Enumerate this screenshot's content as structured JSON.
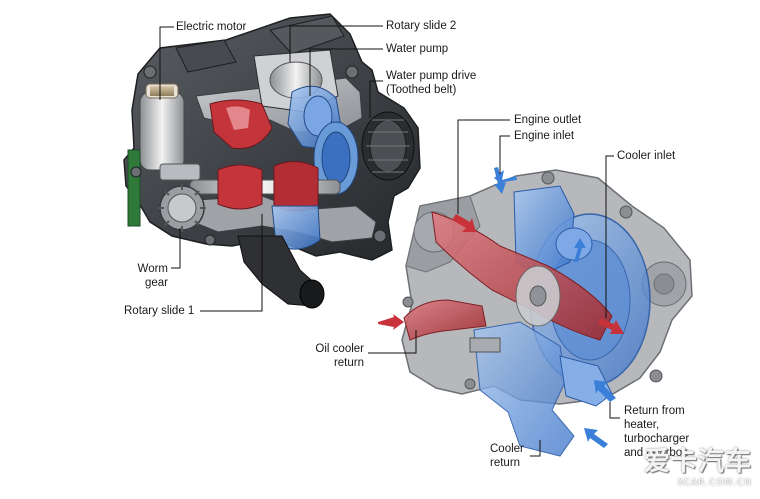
{
  "labels": {
    "electric_motor": "Electric motor",
    "rotary_slide_2": "Rotary slide 2",
    "water_pump": "Water pump",
    "water_pump_drive_1": "Water pump drive",
    "water_pump_drive_2": "(Toothed belt)",
    "worm_gear_1": "Worm",
    "worm_gear_2": "gear",
    "rotary_slide_1": "Rotary slide 1",
    "engine_outlet": "Engine outlet",
    "engine_inlet": "Engine inlet",
    "cooler_inlet": "Cooler inlet",
    "oil_cooler_return_1": "Oil cooler",
    "oil_cooler_return_2": "return",
    "return_from_1": "Return from",
    "return_from_2": "heater,",
    "return_from_3": "turbocharger",
    "return_from_4": "and gearbox",
    "cooler_return_1": "Cooler",
    "cooler_return_2": "return"
  },
  "watermark": {
    "brand": "爱卡汽车",
    "domain": "XCAR.COM.CN"
  },
  "colors": {
    "hot_flow": "#c8323a",
    "cold_flow": "#3a7fd8",
    "housing": "#3c3f43",
    "leader": "#111111"
  }
}
